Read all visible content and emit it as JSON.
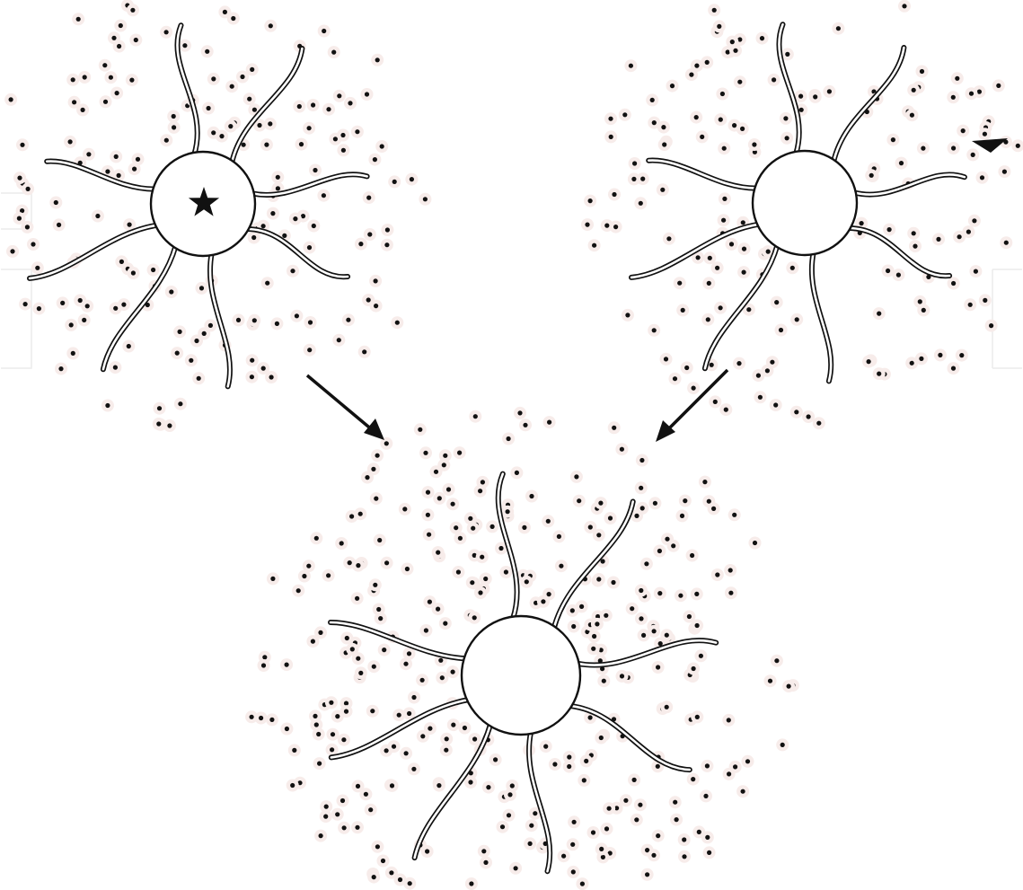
{
  "diagram": {
    "colors": {
      "ink": "#111111",
      "background": "#ffffff",
      "halo": "#f7ecea",
      "watermark": "#ececec"
    },
    "cells": [
      {
        "id": "cell-top-left",
        "marker": "star",
        "processes": 8,
        "granule_density": "sparse"
      },
      {
        "id": "cell-top-right",
        "marker": "arrowhead-pointer",
        "processes": 8,
        "granule_density": "sparse"
      },
      {
        "id": "cell-bottom",
        "marker": "none",
        "processes": 8,
        "granule_density": "dense"
      }
    ],
    "arrows": [
      {
        "from": "cell-top-left",
        "to": "cell-bottom"
      },
      {
        "from": "cell-top-right",
        "to": "cell-bottom"
      }
    ],
    "icons": [
      "star-icon",
      "pointer-arrowhead-icon"
    ]
  }
}
